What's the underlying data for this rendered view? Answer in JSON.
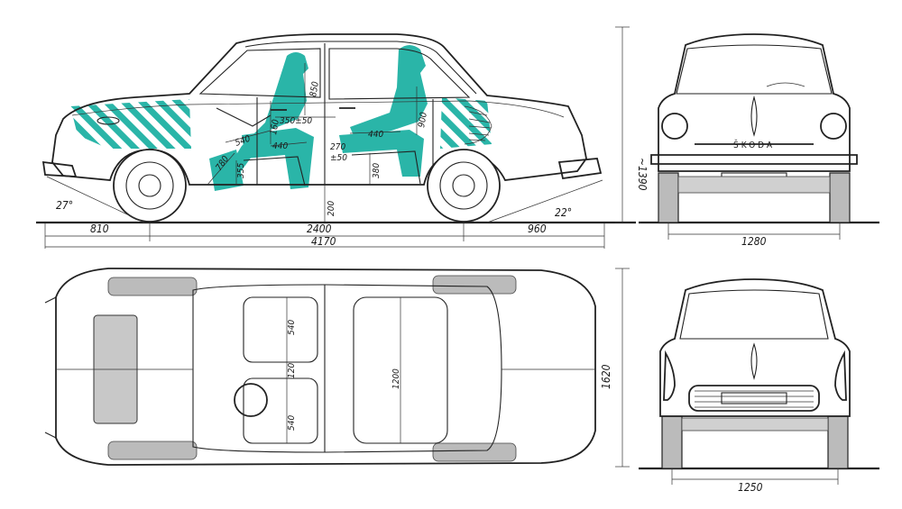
{
  "colors": {
    "line": "#222222",
    "accent": "#2ab5a8",
    "hatch": "#2ab5a8",
    "paper": "#ffffff"
  },
  "side_view": {
    "length_total": "4170",
    "front_overhang": "810",
    "wheelbase": "2400",
    "rear_overhang": "960",
    "height": "~1390",
    "ground_clearance": "200",
    "approach_angle": "27°",
    "departure_angle": "22°",
    "interior": {
      "front_headroom": "850",
      "rear_headroom": "900",
      "seat_travel": "350±50",
      "front_backrest": "160",
      "front_seat_depth": "440",
      "front_legroom": "540",
      "front_seat_height": "355",
      "pedal_reach": "780",
      "rear_knee": "270",
      "rear_knee_tol": "±50",
      "rear_seat_depth": "440",
      "rear_seat_height": "380"
    }
  },
  "front_view": {
    "track": "1280",
    "badge_text": "ŠKODA"
  },
  "top_view": {
    "front_seat_width_left": "540",
    "front_seat_gap": "120",
    "front_seat_width_right": "540",
    "rear_seat_width": "1200",
    "overall_width": "1620"
  },
  "rear_view": {
    "track": "1250"
  }
}
